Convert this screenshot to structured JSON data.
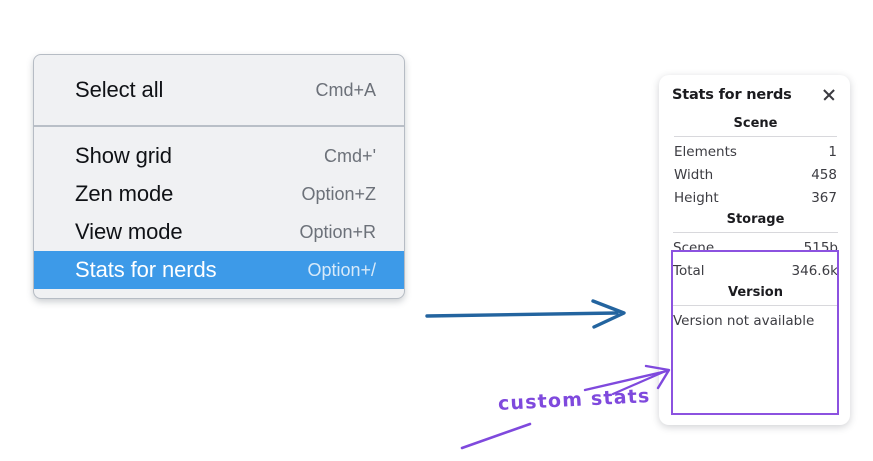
{
  "menu": {
    "sections": [
      {
        "name": "primary",
        "items": [
          {
            "label": "Select all",
            "shortcut": "Cmd+A",
            "selected": false
          }
        ]
      },
      {
        "name": "view",
        "items": [
          {
            "label": "Show grid",
            "shortcut": "Cmd+'",
            "selected": false
          },
          {
            "label": "Zen mode",
            "shortcut": "Option+Z",
            "selected": false
          },
          {
            "label": "View mode",
            "shortcut": "Option+R",
            "selected": false
          },
          {
            "label": "Stats for nerds",
            "shortcut": "Option+/",
            "selected": true
          }
        ]
      }
    ]
  },
  "stats_panel": {
    "title": "Stats for nerds",
    "close_icon": "close-icon",
    "sections": [
      {
        "heading": "Scene",
        "rows": [
          {
            "key": "Elements",
            "value": "1"
          },
          {
            "key": "Width",
            "value": "458"
          },
          {
            "key": "Height",
            "value": "367"
          }
        ]
      },
      {
        "heading": "Storage",
        "rows": [
          {
            "key": "Scene",
            "value": "515b"
          },
          {
            "key": "Total",
            "value": "346.6k"
          }
        ]
      },
      {
        "heading": "Version",
        "note": "Version not available"
      }
    ]
  },
  "annotations": {
    "flow_arrow_color": "#23649f",
    "callout_color": "#7f49dd",
    "callout_text": "custom stats",
    "highlight_box_color": "#8c52e0"
  }
}
